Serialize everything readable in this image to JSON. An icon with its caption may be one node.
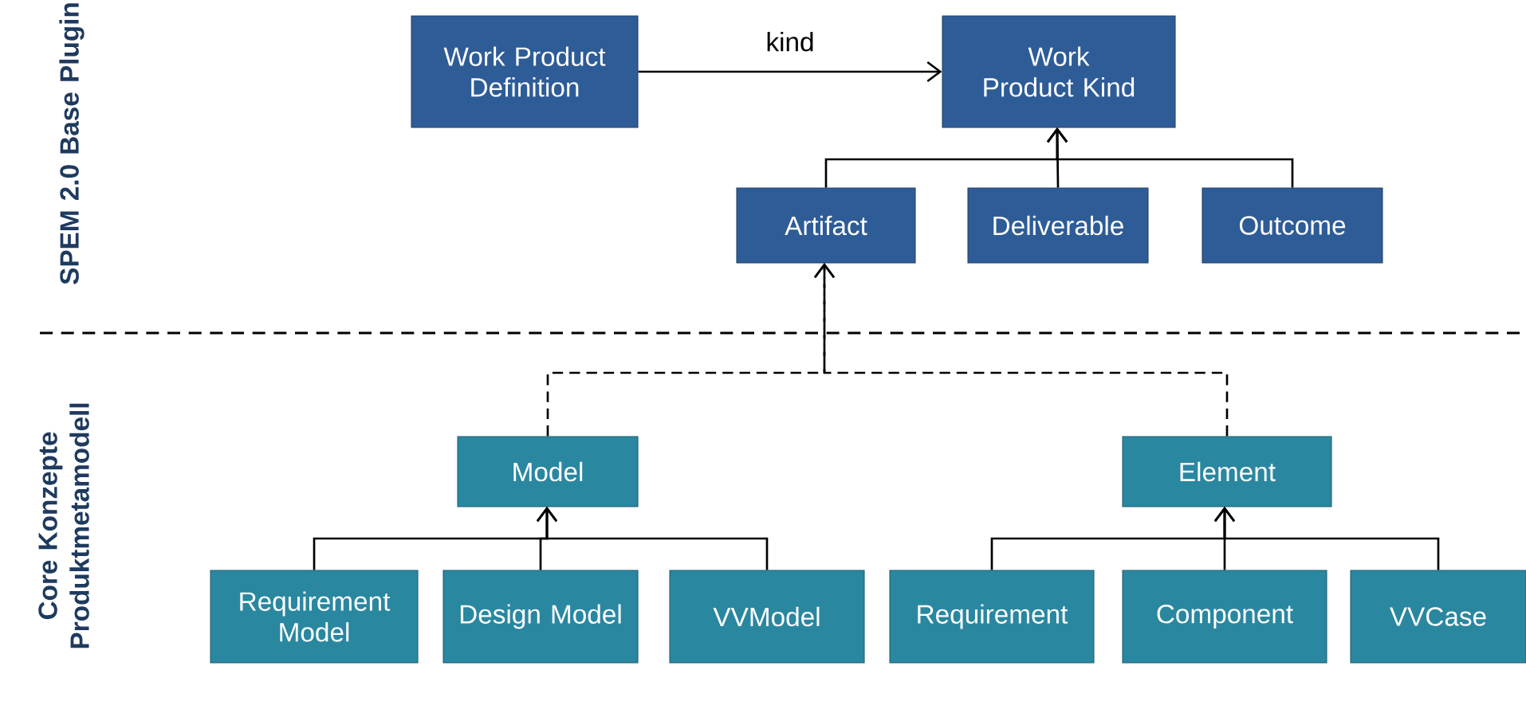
{
  "diagram": {
    "nodes": [
      {
        "text": [
          "Work Product Definition"
        ]
      },
      {
        "text": [
          "Work Product Kind"
        ]
      },
      {
        "text": [
          "Artifact"
        ]
      },
      {
        "text": [
          "Deliverable"
        ]
      },
      {
        "text": [
          "Outcome"
        ]
      },
      {
        "text": [
          "Model"
        ]
      },
      {
        "text": [
          "Element"
        ]
      },
      {
        "text": [
          "Requirement Model"
        ]
      },
      {
        "text": [
          "Design Model"
        ]
      },
      {
        "text": [
          "VVModel"
        ]
      },
      {
        "text": [
          "Requirement"
        ]
      },
      {
        "text": [
          "Component"
        ]
      },
      {
        "text": [
          "VVCase"
        ]
      }
    ],
    "edges": [
      {
        "from": 0,
        "to": 1,
        "arrow": "to",
        "label": "kind"
      },
      {
        "from": 2,
        "to": 1,
        "arrow": "to"
      },
      {
        "from": 3,
        "to": 1,
        "arrow": "to"
      },
      {
        "from": 4,
        "to": 1,
        "arrow": "to"
      },
      {
        "from": 5,
        "to": 2,
        "arrow": "to",
        "style": "dashed"
      },
      {
        "from": 6,
        "to": 2,
        "arrow": "to",
        "style": "dashed"
      },
      {
        "from": 7,
        "to": 5,
        "arrow": "to"
      },
      {
        "from": 8,
        "to": 5,
        "arrow": "to"
      },
      {
        "from": 9,
        "to": 5,
        "arrow": "to"
      },
      {
        "from": 10,
        "to": 6,
        "arrow": "to"
      },
      {
        "from": 11,
        "to": 6,
        "arrow": "to"
      },
      {
        "from": 12,
        "to": 6,
        "arrow": "to"
      }
    ],
    "labels": [
      "SPEM 2.0 Base Plugin",
      "Core Konzepte Produktmetamodell"
    ]
  }
}
